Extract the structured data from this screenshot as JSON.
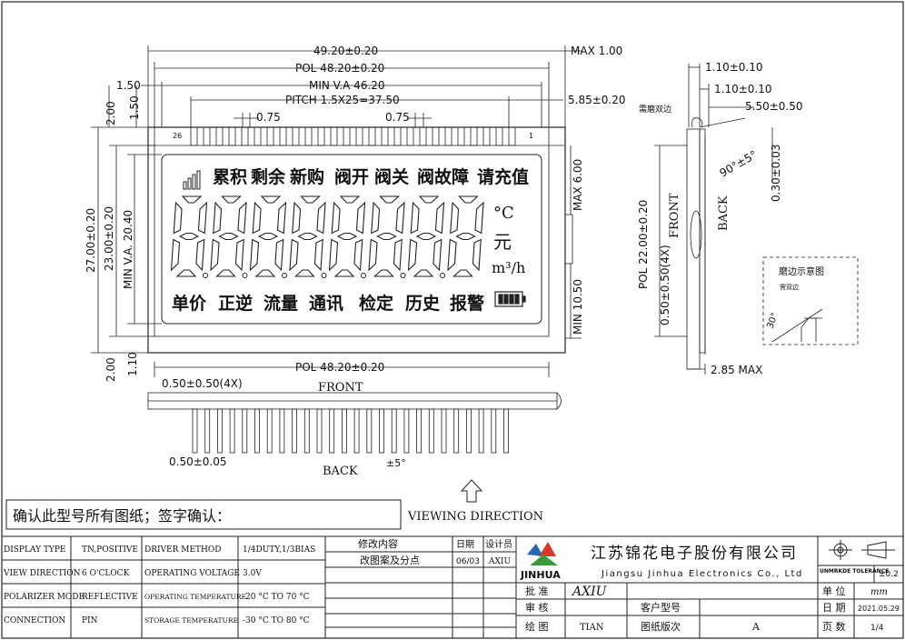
{
  "dims": {
    "overall_width": "49.20±0.20",
    "pol_width": "POL 48.20±0.20",
    "min_va_width": "MIN V.A 46.20",
    "pitch": "PITCH 1.5X25=37.50",
    "max_thickness": "MAX 1.00",
    "pin_offset": "5.85±0.20",
    "left_150": "1.50",
    "left_200_top": "2.00",
    "left_150_v": "1.50",
    "overall_height": "27.00±0.20",
    "pol_height": "23.00±0.20",
    "va_height": "MIN V.A. 20.40",
    "bottom_200": "2.00",
    "bottom_110": "1.10",
    "pin_075_a": "0.75",
    "pin_075_b": "0.75",
    "pin26": "26",
    "pin1": "1",
    "max_600": "MAX 6.00",
    "min_1050": "MIN 10.50",
    "pol_bottom": "POL 48.20±0.20",
    "pin_width_4x": "0.50±0.50(4X)",
    "front": "FRONT",
    "back": "BACK",
    "pin_w": "0.50±0.05",
    "angle": "±5°",
    "side_110_a": "1.10±0.10",
    "side_110_b": "1.10±0.10",
    "side_550": "5.50±0.50",
    "side_label": "需磨双边",
    "side_angle": "90°±5°",
    "side_030": "0.30±0.03",
    "side_pol": "POL 22.00±0.20",
    "side_4x": "0.50±0.50(4X)",
    "side_front": "FRONT",
    "side_back": "BACK",
    "side_285": "2.85 MAX",
    "detail_title": "磨边示意图",
    "detail_small": "需双边",
    "detail_angle": "30°",
    "viewing": "VIEWING DIRECTION"
  },
  "lcd": {
    "row1": [
      "累积",
      "剩余",
      "新购",
      "阀开",
      "阀关",
      "阀故障",
      "请充值"
    ],
    "digits": [
      "8",
      "8",
      "8",
      "8",
      "8",
      "8",
      "8",
      "8"
    ],
    "unit_c": "°C",
    "unit_yuan": "元",
    "unit_m3h": "m³/h",
    "row3": [
      "单价",
      "正逆",
      "流量",
      "通讯",
      "检定",
      "历史",
      "报警"
    ]
  },
  "confirm_text": "确认此型号所有图纸；签字确认：",
  "specs": [
    {
      "k1": "DISPLAY TYPE",
      "v1": "TN,POSITIVE",
      "k2": "DRIVER METHOD",
      "v2": "1/4DUTY,1/3BIAS"
    },
    {
      "k1": "VIEW DIRECTION",
      "v1": "6 O'CLOCK",
      "k2": "OPERATING VOLTAGE",
      "v2": "3.0V"
    },
    {
      "k1": "POLARIZER MODE",
      "v1": "REFLECTIVE",
      "k2": "OPERATING TEMPERATURE",
      "v2": "-20 °C TO 70 °C"
    },
    {
      "k1": "CONNECTION",
      "v1": "PIN",
      "k2": "STORAGE TEMPERATURE",
      "v2": "-30 °C TO 80 °C"
    }
  ],
  "revision": {
    "h_content": "修改内容",
    "h_date": "日期",
    "h_designer": "设计员",
    "content": "改图案及分点",
    "date": "06/03",
    "designer": "AXIU"
  },
  "company": {
    "logo": "JINHUA",
    "name_cn": "江苏锦花电子股份有限公司",
    "name_en": "Jiangsu Jinhua Electronics Co., Ltd",
    "approve_label": "批 准",
    "approve_val": "AXIU",
    "review_label": "审 核",
    "customer_model": "客户型号",
    "draw_label": "绘 图",
    "draw_val": "TIAN",
    "version_label": "图纸版次",
    "version_val": "A"
  },
  "right_block": {
    "tolerance_label": "UNMRKDE TOLERANCE",
    "tolerance_val": "±0.2",
    "unit_label": "单 位",
    "unit_val": "mm",
    "date_label": "日 期",
    "date_val": "2021.05.29",
    "page_label": "页 数",
    "page_val": "1/4"
  }
}
